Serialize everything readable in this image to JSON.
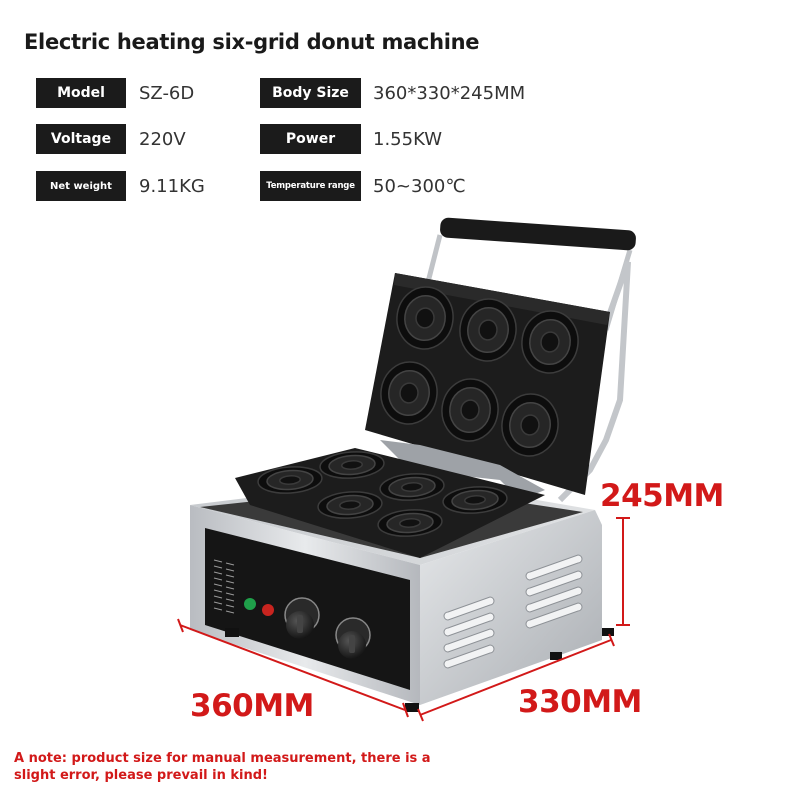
{
  "title": "Electric heating six-grid donut machine",
  "specs": {
    "model": {
      "label": "Model",
      "value": "SZ-6D"
    },
    "body_size": {
      "label": "Body Size",
      "value": "360*330*245MM"
    },
    "voltage": {
      "label": "Voltage",
      "value": "220V"
    },
    "power": {
      "label": "Power",
      "value": "1.55KW"
    },
    "net_weight": {
      "label": "Net weight",
      "value": "9.11KG"
    },
    "temperature_range": {
      "label": "Temperature range",
      "value": "50~300℃"
    }
  },
  "dimensions": {
    "height": "245MM",
    "width": "360MM",
    "depth": "330MM"
  },
  "note": "A note: product size for manual measurement, there is a slight error, please prevail in kind!",
  "colors": {
    "accent": "#d21919",
    "label_bg": "#1b1b1b",
    "plate": "#1c1c1c",
    "steel": "#c9ccd0"
  }
}
